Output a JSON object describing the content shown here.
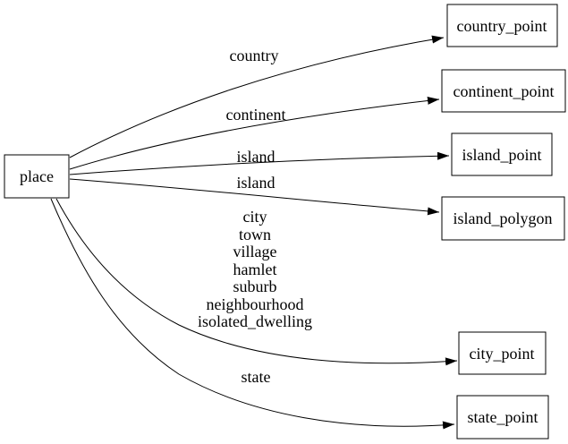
{
  "colors": {
    "background": "#ffffff",
    "line": "#000000",
    "node_fill": "#ffffff",
    "text": "#000000"
  },
  "diagram": {
    "type": "directed-graph",
    "nodes": [
      {
        "id": "place",
        "label": "place"
      },
      {
        "id": "country_point",
        "label": "country_point"
      },
      {
        "id": "continent_point",
        "label": "continent_point"
      },
      {
        "id": "island_point",
        "label": "island_point"
      },
      {
        "id": "island_polygon",
        "label": "island_polygon"
      },
      {
        "id": "city_point",
        "label": "city_point"
      },
      {
        "id": "state_point",
        "label": "state_point"
      }
    ],
    "edges": [
      {
        "from": "place",
        "to": "country_point",
        "label": "country"
      },
      {
        "from": "place",
        "to": "continent_point",
        "label": "continent"
      },
      {
        "from": "place",
        "to": "island_point",
        "label": "island"
      },
      {
        "from": "place",
        "to": "island_polygon",
        "label": "island"
      },
      {
        "from": "place",
        "to": "city_point",
        "label_lines": [
          "city",
          "town",
          "village",
          "hamlet",
          "suburb",
          "neighbourhood",
          "isolated_dwelling"
        ]
      },
      {
        "from": "place",
        "to": "state_point",
        "label": "state"
      }
    ]
  }
}
